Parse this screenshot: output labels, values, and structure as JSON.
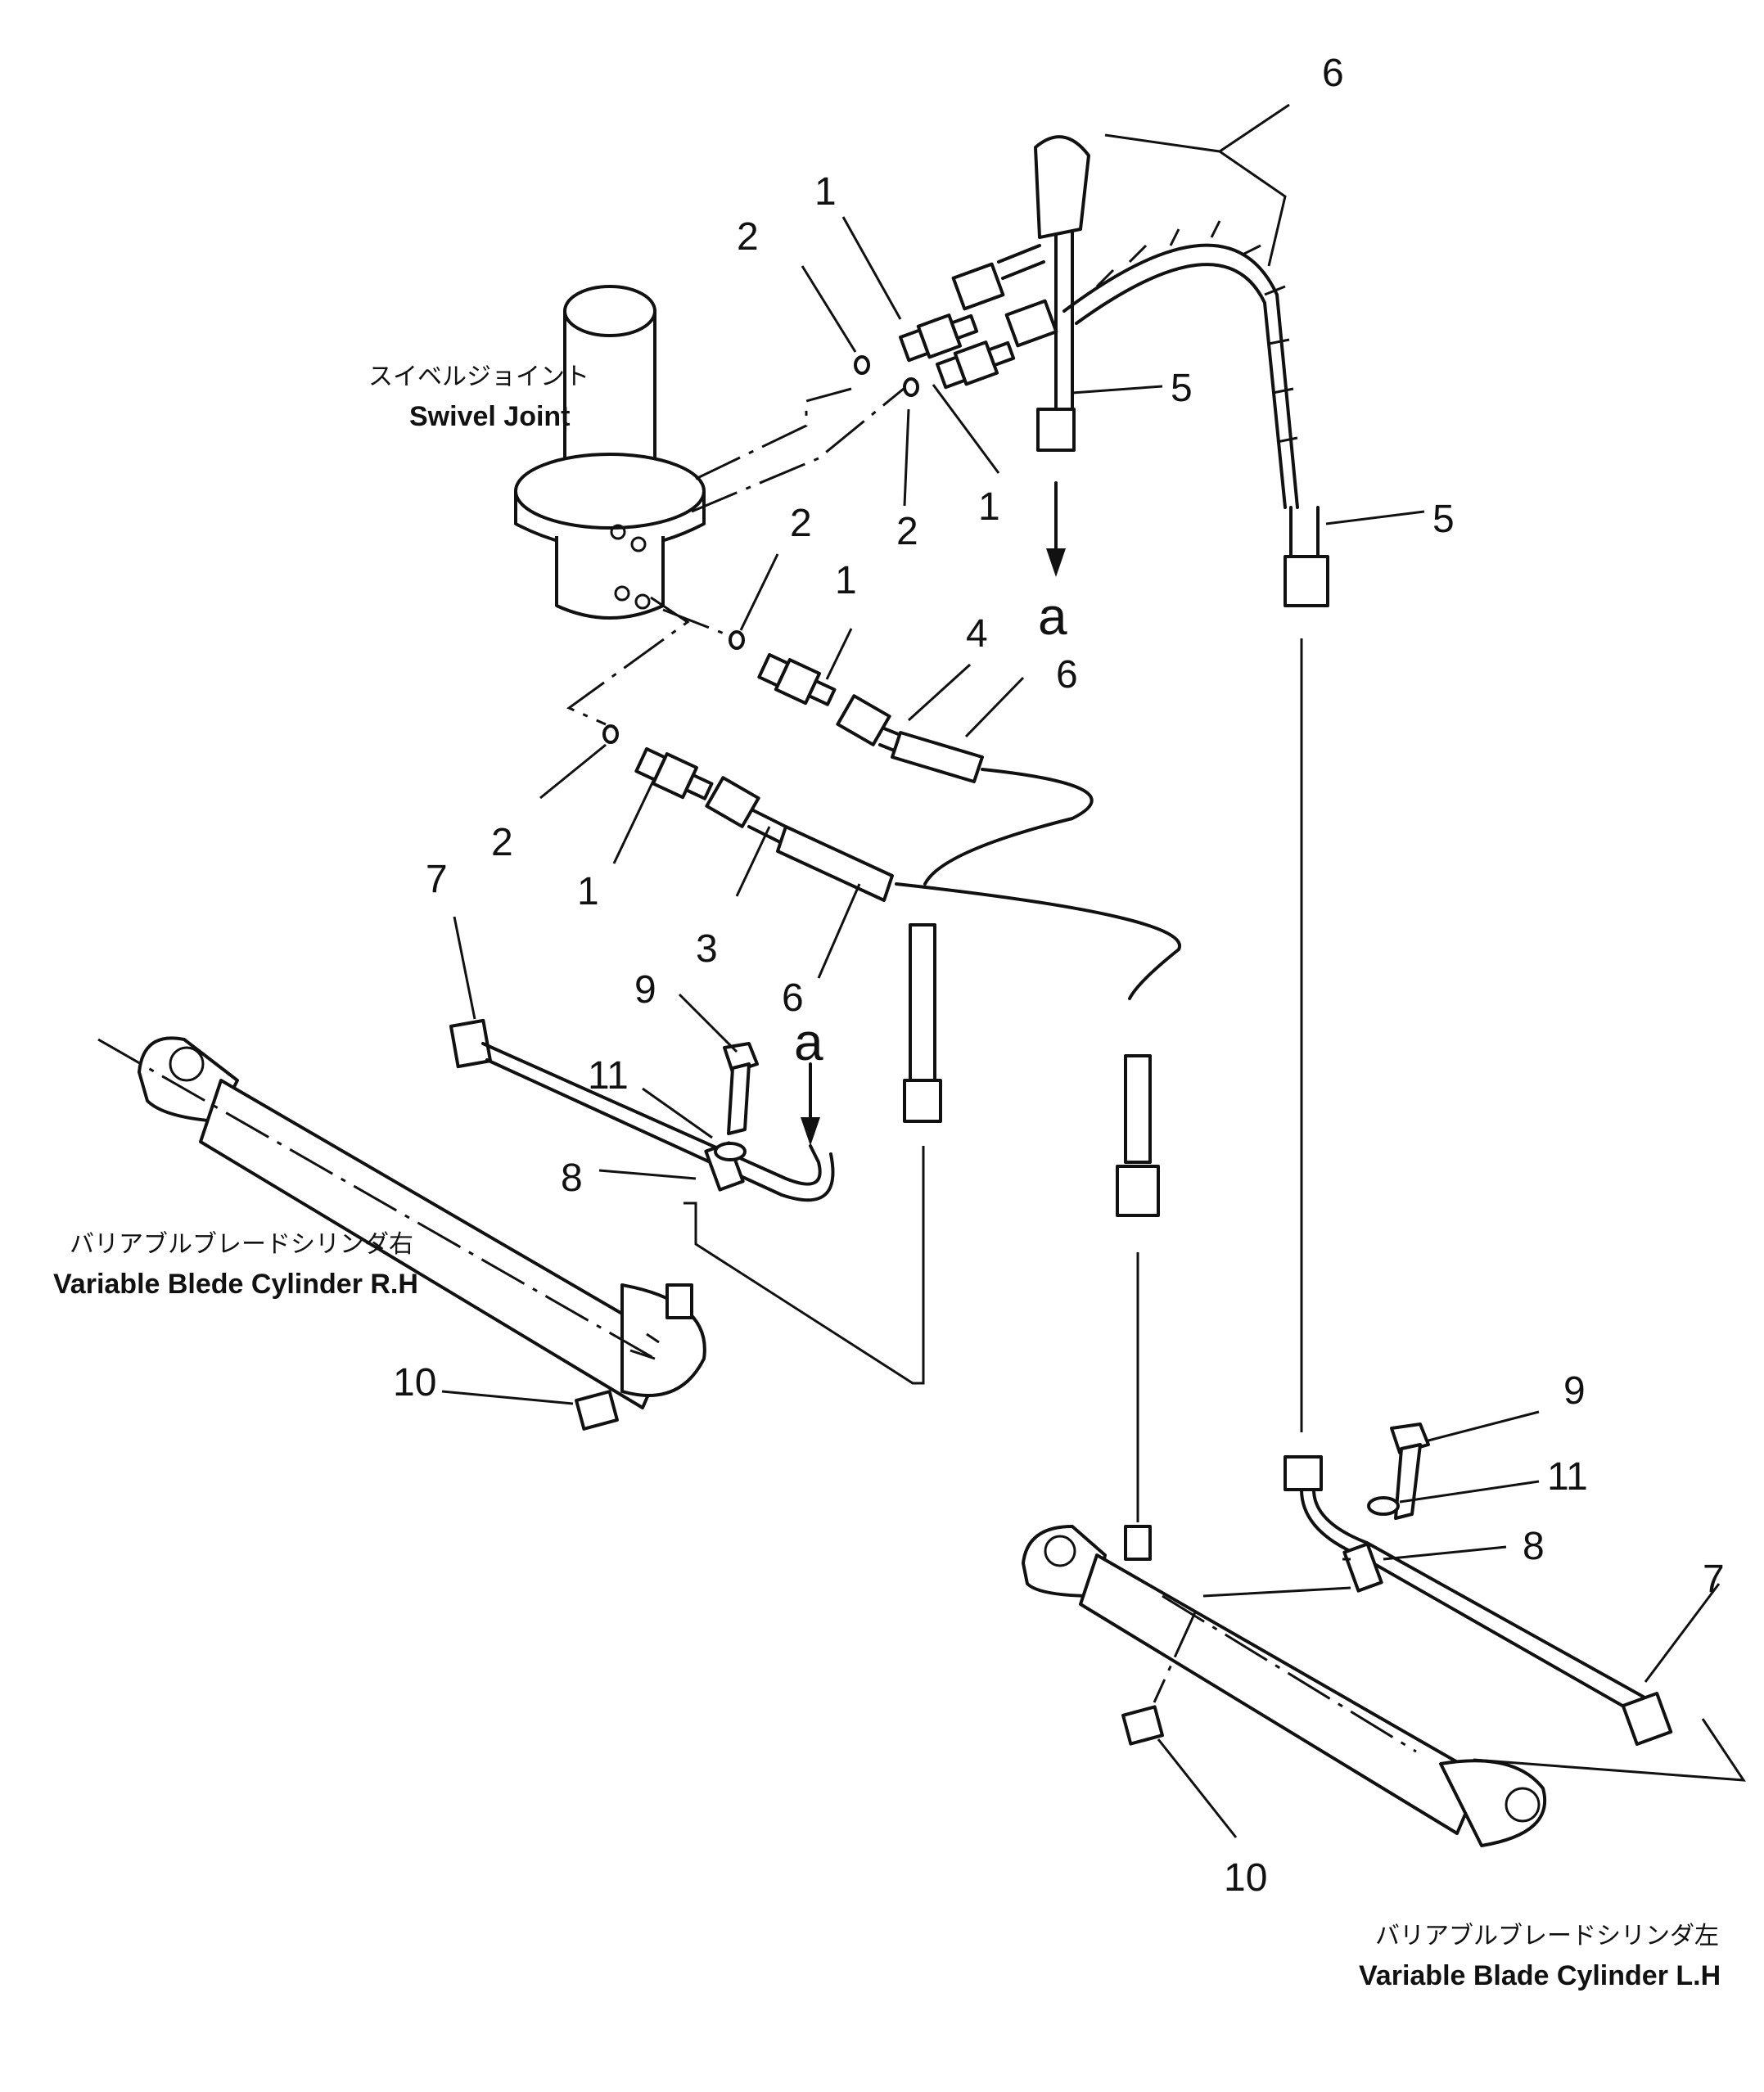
{
  "callouts": {
    "n1a": "1",
    "n1b": "1",
    "n1c": "1",
    "n1d": "1",
    "n2a": "2",
    "n2b": "2",
    "n2c": "2",
    "n2d": "2",
    "n3": "3",
    "n4": "4",
    "n5a": "5",
    "n5b": "5",
    "n6a": "6",
    "n6b": "6",
    "n6c": "6",
    "n7a": "7",
    "n7b": "7",
    "n8a": "8",
    "n8b": "8",
    "n9a": "9",
    "n9b": "9",
    "n10a": "10",
    "n10b": "10",
    "n11a": "11",
    "n11b": "11",
    "a1": "a",
    "a2": "a"
  },
  "labels": {
    "swivel_jp": "スイベルジョイント",
    "swivel_en": "Swivel Joint",
    "rh_jp": "バリアブルブレードシリンダ右",
    "rh_en": "Variable Blede Cylinder R.H",
    "lh_jp": "バリアブルブレードシリンダ左",
    "lh_en": "Variable Blade Cylinder L.H"
  }
}
